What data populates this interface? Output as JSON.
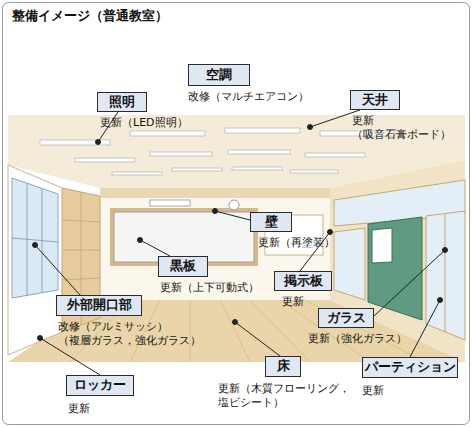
{
  "diagram": {
    "title": "整備イメージ（普通教室）",
    "nodes": [
      {
        "text": [
          "空調",
          "改修（マルチエアコン）"
        ]
      },
      {
        "text": [
          "照明",
          "更新（LED照明）"
        ]
      },
      {
        "text": [
          "天井",
          "更新 （吸音石膏ボード）"
        ]
      },
      {
        "text": [
          "壁",
          "更新（再塗装）"
        ]
      },
      {
        "text": [
          "黒板",
          "更新（上下可動式）"
        ]
      },
      {
        "text": [
          "掲示板",
          "更新"
        ]
      },
      {
        "text": [
          "外部開口部",
          "改修（アルミサッシ） （複層ガラス，強化ガラス）"
        ]
      },
      {
        "text": [
          "ガラス",
          "更新（強化ガラス）"
        ]
      },
      {
        "text": [
          "床",
          "更新（木質フローリング， 塩ビシート）"
        ]
      },
      {
        "text": [
          "パーティション",
          "更新"
        ]
      },
      {
        "text": [
          "ロッカー",
          "更新"
        ]
      }
    ]
  }
}
